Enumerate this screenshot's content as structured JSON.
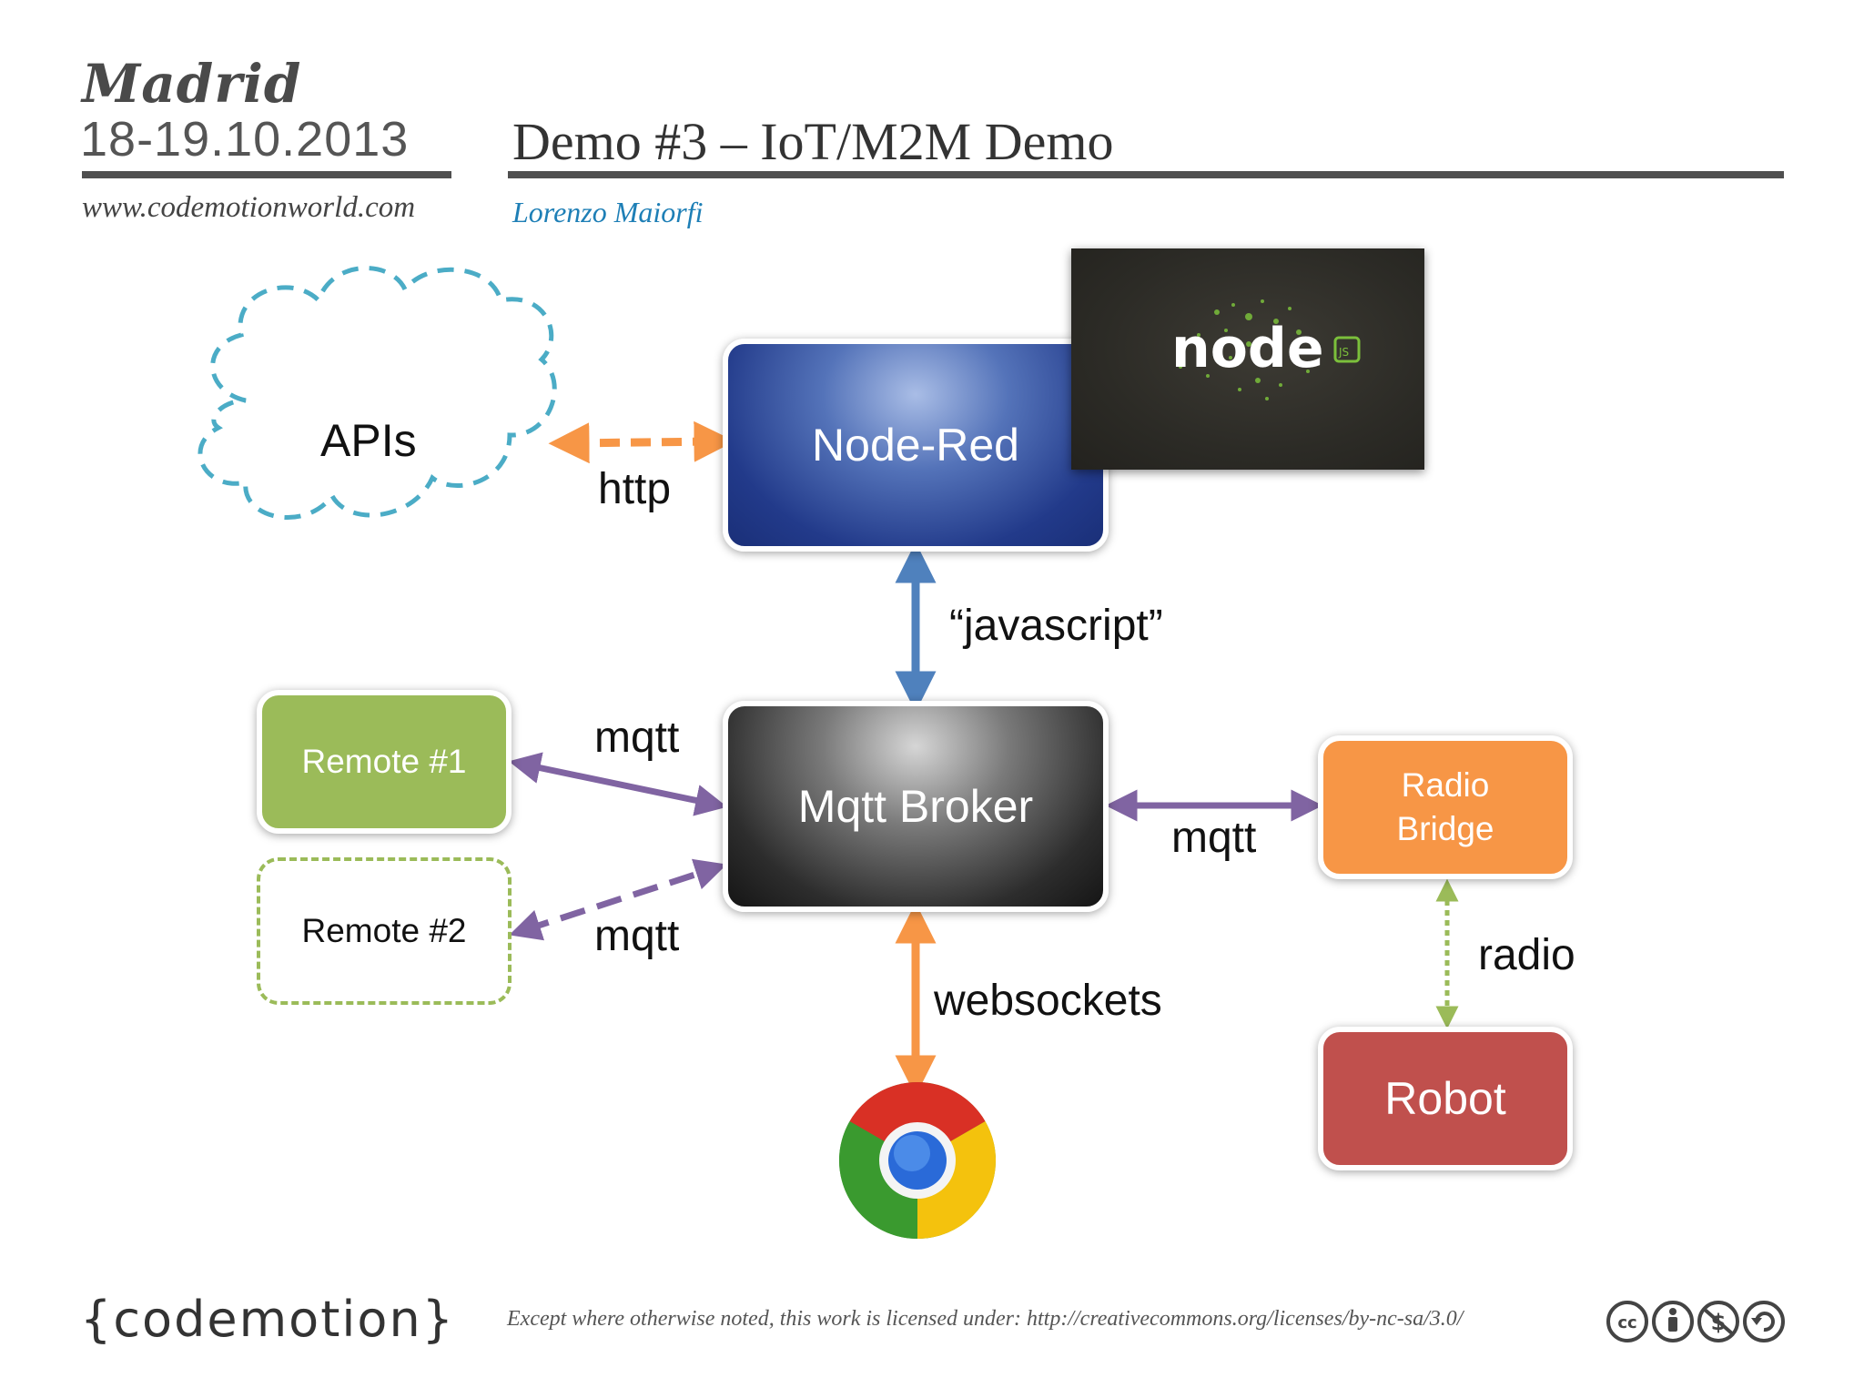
{
  "header": {
    "city": "Madrid",
    "dates": "18-19.10.2013",
    "url": "www.codemotionworld.com",
    "title": "Demo #3 – IoT/M2M Demo",
    "author": "Lorenzo Maiorfi"
  },
  "diagram": {
    "nodes": {
      "apis": "APIs",
      "node_red": "Node-Red",
      "mqtt_broker": "Mqtt Broker",
      "remote1": "Remote #1",
      "remote2": "Remote #2",
      "radio_bridge_line1": "Radio",
      "radio_bridge_line2": "Bridge",
      "robot": "Robot"
    },
    "edge_labels": {
      "http": "http",
      "javascript": "“javascript”",
      "mqtt_remote1": "mqtt",
      "mqtt_remote2": "mqtt",
      "mqtt_bridge": "mqtt",
      "radio": "radio",
      "websockets": "websockets"
    },
    "logos": {
      "node_text": "node",
      "node_badge": "JS"
    },
    "colors": {
      "http_arrow": "#f79646",
      "javascript_arrow": "#4f81bd",
      "mqtt_arrow": "#8064a2",
      "radio_arrow": "#9bbb59",
      "websockets_arrow": "#f79646",
      "cloud_stroke": "#4bacc6"
    }
  },
  "footer": {
    "logo": "{codemotion}",
    "license": "Except where otherwise noted, this work is licensed under: http://creativecommons.org/licenses/by-nc-sa/3.0/",
    "badges": [
      "cc",
      "by",
      "nc",
      "sa"
    ]
  }
}
